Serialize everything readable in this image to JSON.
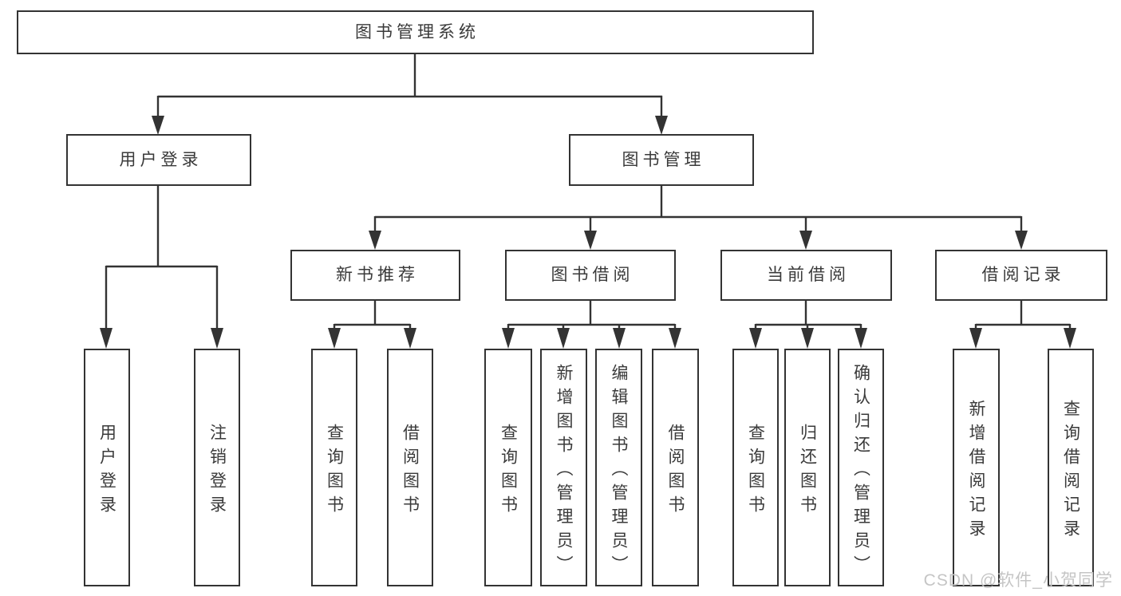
{
  "diagram_title": "图书管理系统",
  "tree": {
    "root": "图书管理系统",
    "children": [
      {
        "label": "用户登录",
        "children": [
          "用户登录",
          "注销登录"
        ]
      },
      {
        "label": "图书管理",
        "children": [
          {
            "label": "新书推荐",
            "children": [
              "查询图书",
              "借阅图书"
            ]
          },
          {
            "label": "图书借阅",
            "children": [
              "查询图书",
              "新增图书（管理员）",
              "编辑图书（管理员）",
              "借阅图书"
            ]
          },
          {
            "label": "当前借阅",
            "children": [
              "查询图书",
              "归还图书",
              "确认归还（管理员）"
            ]
          },
          {
            "label": "借阅记录",
            "children": [
              "新增借阅记录",
              "查询借阅记录"
            ]
          }
        ]
      }
    ]
  },
  "watermark": {
    "text": "CSDN @软件_小贺同学",
    "color": "#c5c5c5"
  },
  "colors": {
    "line": "#333333",
    "text": "#3a3a3a",
    "box_background": "#ffffff",
    "page_background": "#ffffff"
  }
}
